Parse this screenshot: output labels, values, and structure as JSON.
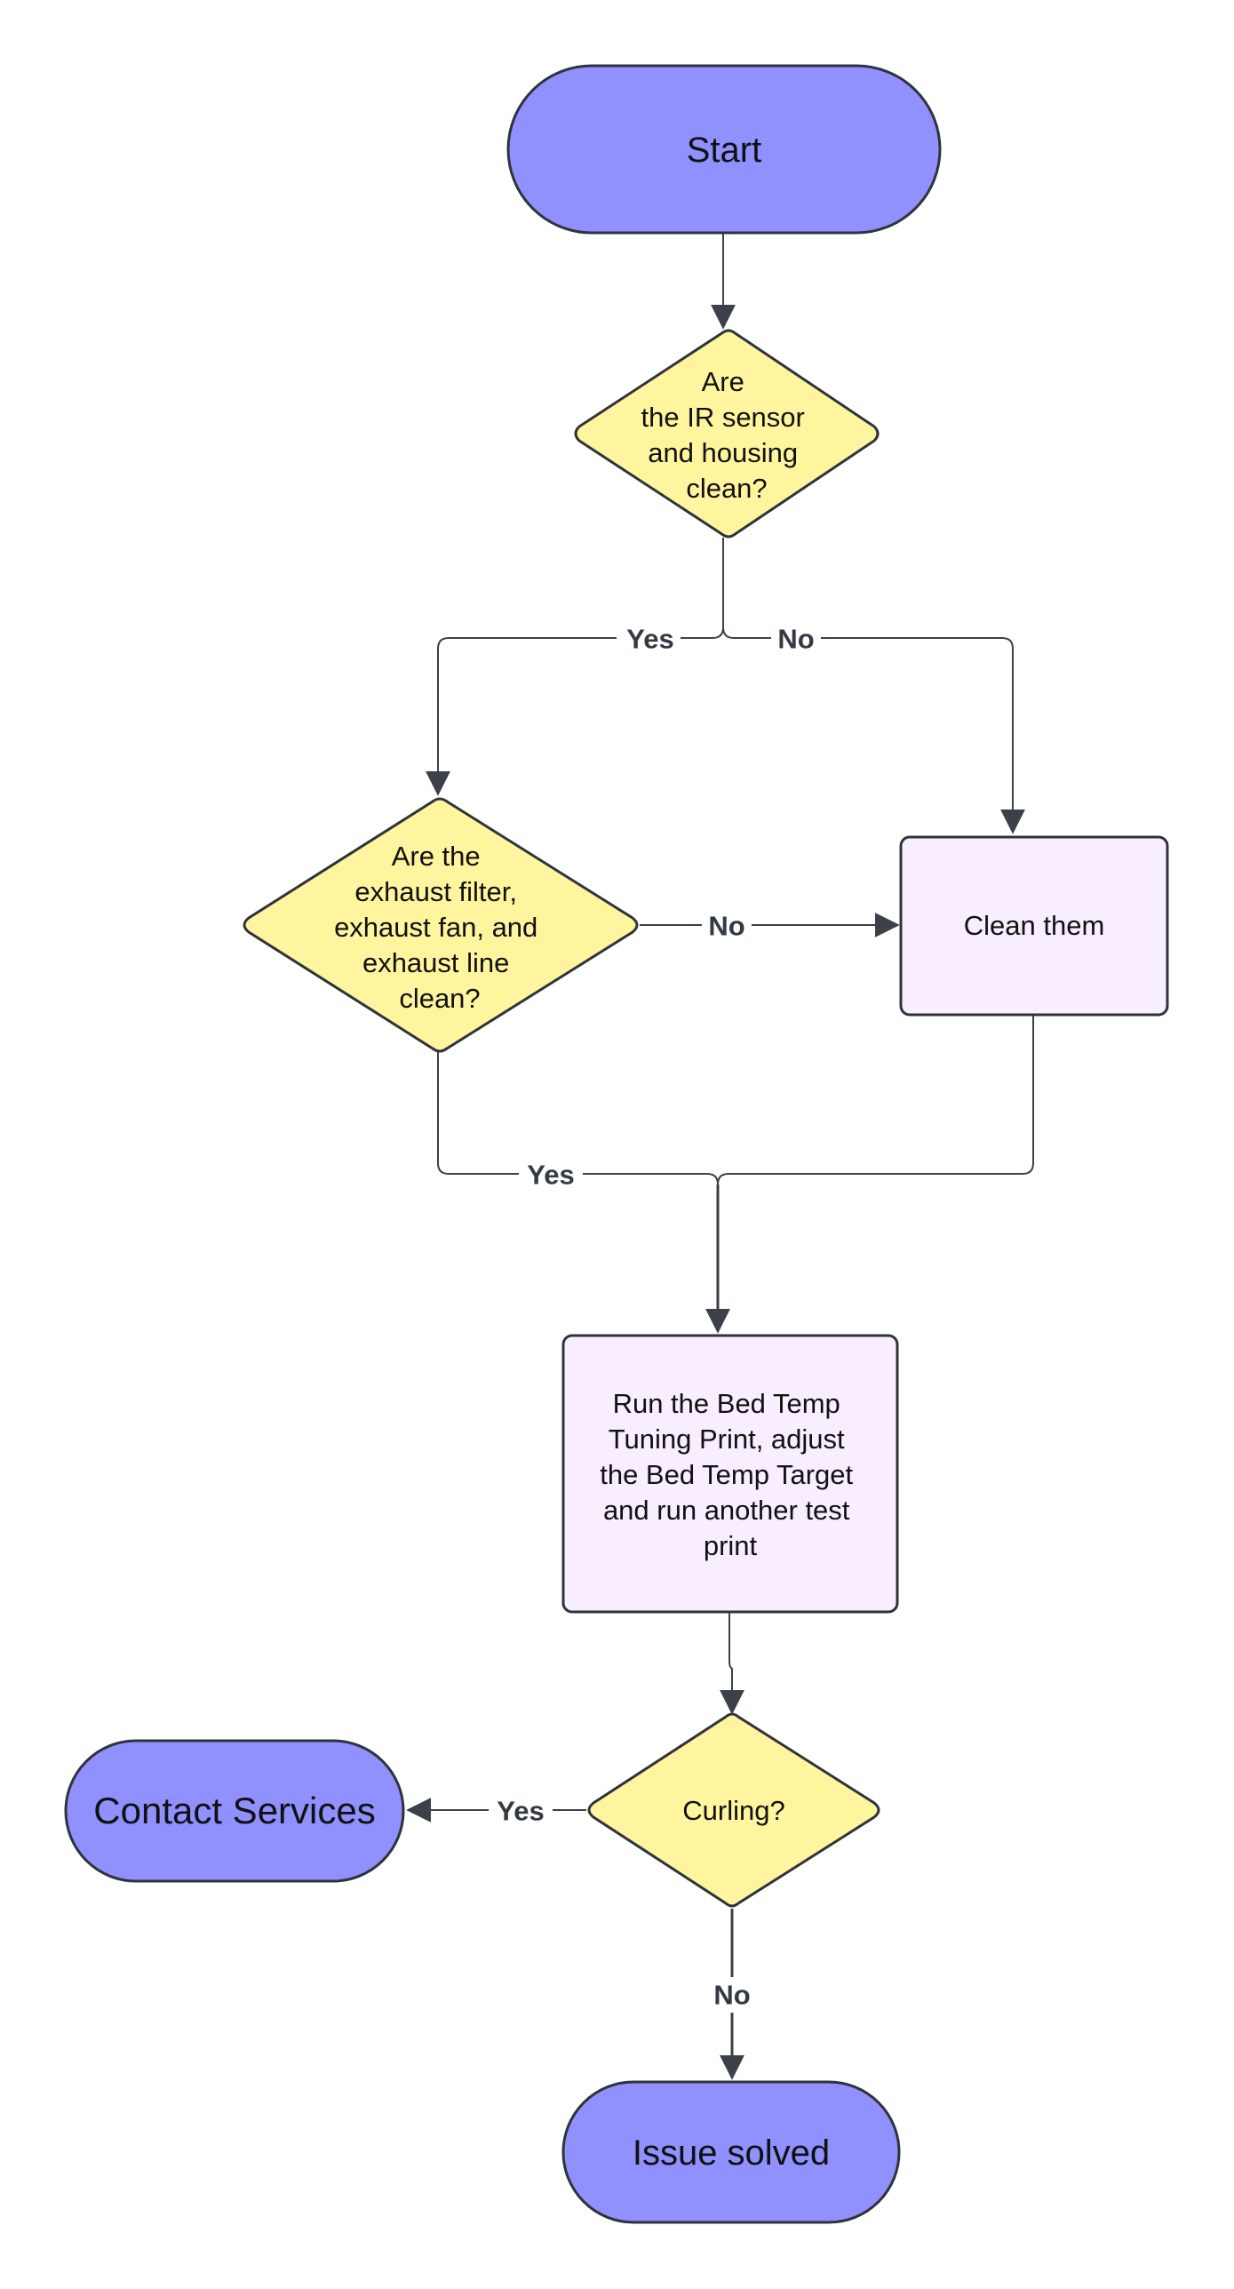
{
  "nodes": {
    "start": {
      "lines": [
        "Start"
      ]
    },
    "ir_check": {
      "lines": [
        "Are",
        "the IR sensor",
        "and housing",
        "clean?"
      ]
    },
    "exhaust_check": {
      "lines": [
        "Are the",
        "exhaust filter,",
        "exhaust fan, and",
        "exhaust line",
        "clean?"
      ]
    },
    "clean_them": {
      "lines": [
        "Clean them"
      ]
    },
    "run_tuning": {
      "lines": [
        "Run the Bed Temp",
        "Tuning Print, adjust",
        "the Bed Temp Target",
        "and run another test",
        "print"
      ]
    },
    "curling": {
      "lines": [
        "Curling?"
      ]
    },
    "contact": {
      "lines": [
        "Contact Services"
      ]
    },
    "solved": {
      "lines": [
        "Issue solved"
      ]
    }
  },
  "edges": {
    "ir_yes": "Yes",
    "ir_no": "No",
    "exhaust_no": "No",
    "exhaust_yes": "Yes",
    "curling_yes": "Yes",
    "curling_no": "No"
  },
  "colors": {
    "terminal_fill": "#9090ff",
    "decision_fill": "#fff59f",
    "process_fill": "#f8eeff",
    "stroke": "#2f333a"
  }
}
